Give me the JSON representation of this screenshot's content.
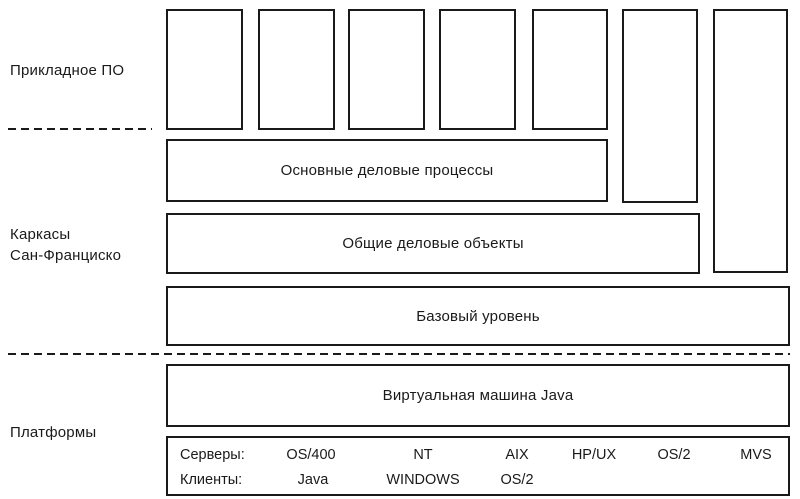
{
  "diagram": {
    "section_labels": {
      "applications": "Прикладное ПО",
      "frameworks_line1": "Каркасы",
      "frameworks_line2": "Сан-Франциско",
      "platforms": "Платформы"
    },
    "layers": {
      "core_business_processes": "Основные деловые процессы",
      "common_business_objects": "Общие деловые объекты",
      "base_layer": "Базовый уровень",
      "java_vm": "Виртуальная машина Java"
    },
    "platforms_box": {
      "servers_label": "Серверы:",
      "clients_label": "Клиенты:",
      "servers": [
        "OS/400",
        "NT",
        "AIX",
        "HP/UX",
        "OS/2",
        "MVS"
      ],
      "clients": [
        "Java",
        "WINDOWS",
        "OS/2"
      ]
    },
    "colors": {
      "line": "#1a1a1a",
      "background": "#ffffff"
    }
  }
}
